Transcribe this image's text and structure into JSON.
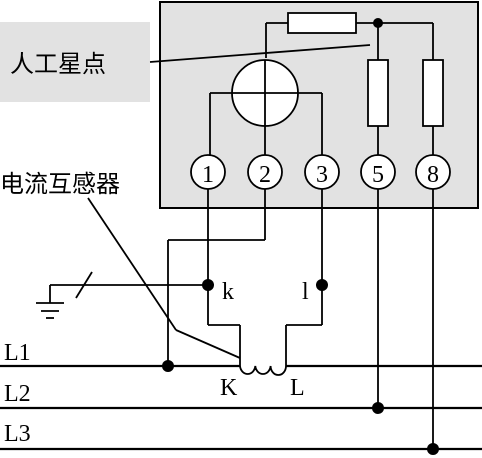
{
  "labels": {
    "artificial_star_point": "人工星点",
    "current_transformer": "电流互感器"
  },
  "terminals": [
    {
      "id": "t1",
      "label": "1"
    },
    {
      "id": "t2",
      "label": "2"
    },
    {
      "id": "t3",
      "label": "3"
    },
    {
      "id": "t5",
      "label": "5"
    },
    {
      "id": "t8",
      "label": "8"
    }
  ],
  "ct_terminals": {
    "k": "k",
    "l": "l",
    "K": "K",
    "L": "L"
  },
  "lines": {
    "L1": "L1",
    "L2": "L2",
    "L3": "L3"
  },
  "colors": {
    "meter_box_fill": "#e2e2e2",
    "label_box_fill": "#e2e2e2",
    "line": "#000000"
  }
}
